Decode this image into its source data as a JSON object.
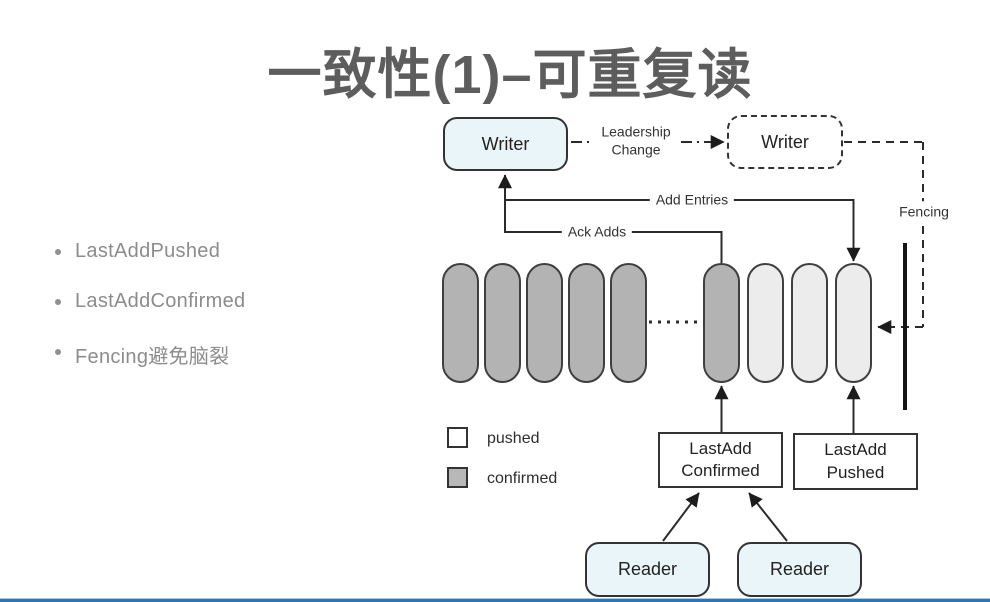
{
  "slide": {
    "title": "一致性(1)–可重复读",
    "bullets": [
      "LastAddPushed",
      "LastAddConfirmed",
      "Fencing避免脑裂"
    ]
  },
  "diagram": {
    "writer": "Writer",
    "new_writer": "Writer",
    "leadership_change": {
      "line1": "Leadership",
      "line2": "Change"
    },
    "add_entries": "Add Entries",
    "ack_adds": "Ack Adds",
    "fencing": "Fencing",
    "last_add_confirmed": {
      "line1": "LastAdd",
      "line2": "Confirmed"
    },
    "last_add_pushed": {
      "line1": "LastAdd",
      "line2": "Pushed"
    },
    "reader1": "Reader",
    "reader2": "Reader",
    "legend": {
      "pushed": "pushed",
      "confirmed": "confirmed"
    },
    "entries": {
      "confirmed_before_gap": 5,
      "confirmed_after_gap": 1,
      "pushed": 3
    }
  },
  "colors": {
    "title_text": "#5d5d5d",
    "bullet_text": "#8c8c8c",
    "node_fill": "#e9f5f8",
    "confirmed_fill": "#b3b3b3",
    "pushed_fill": "#ececec",
    "line": "#2b2b2b",
    "bottom_bar": "#2e75b6"
  }
}
